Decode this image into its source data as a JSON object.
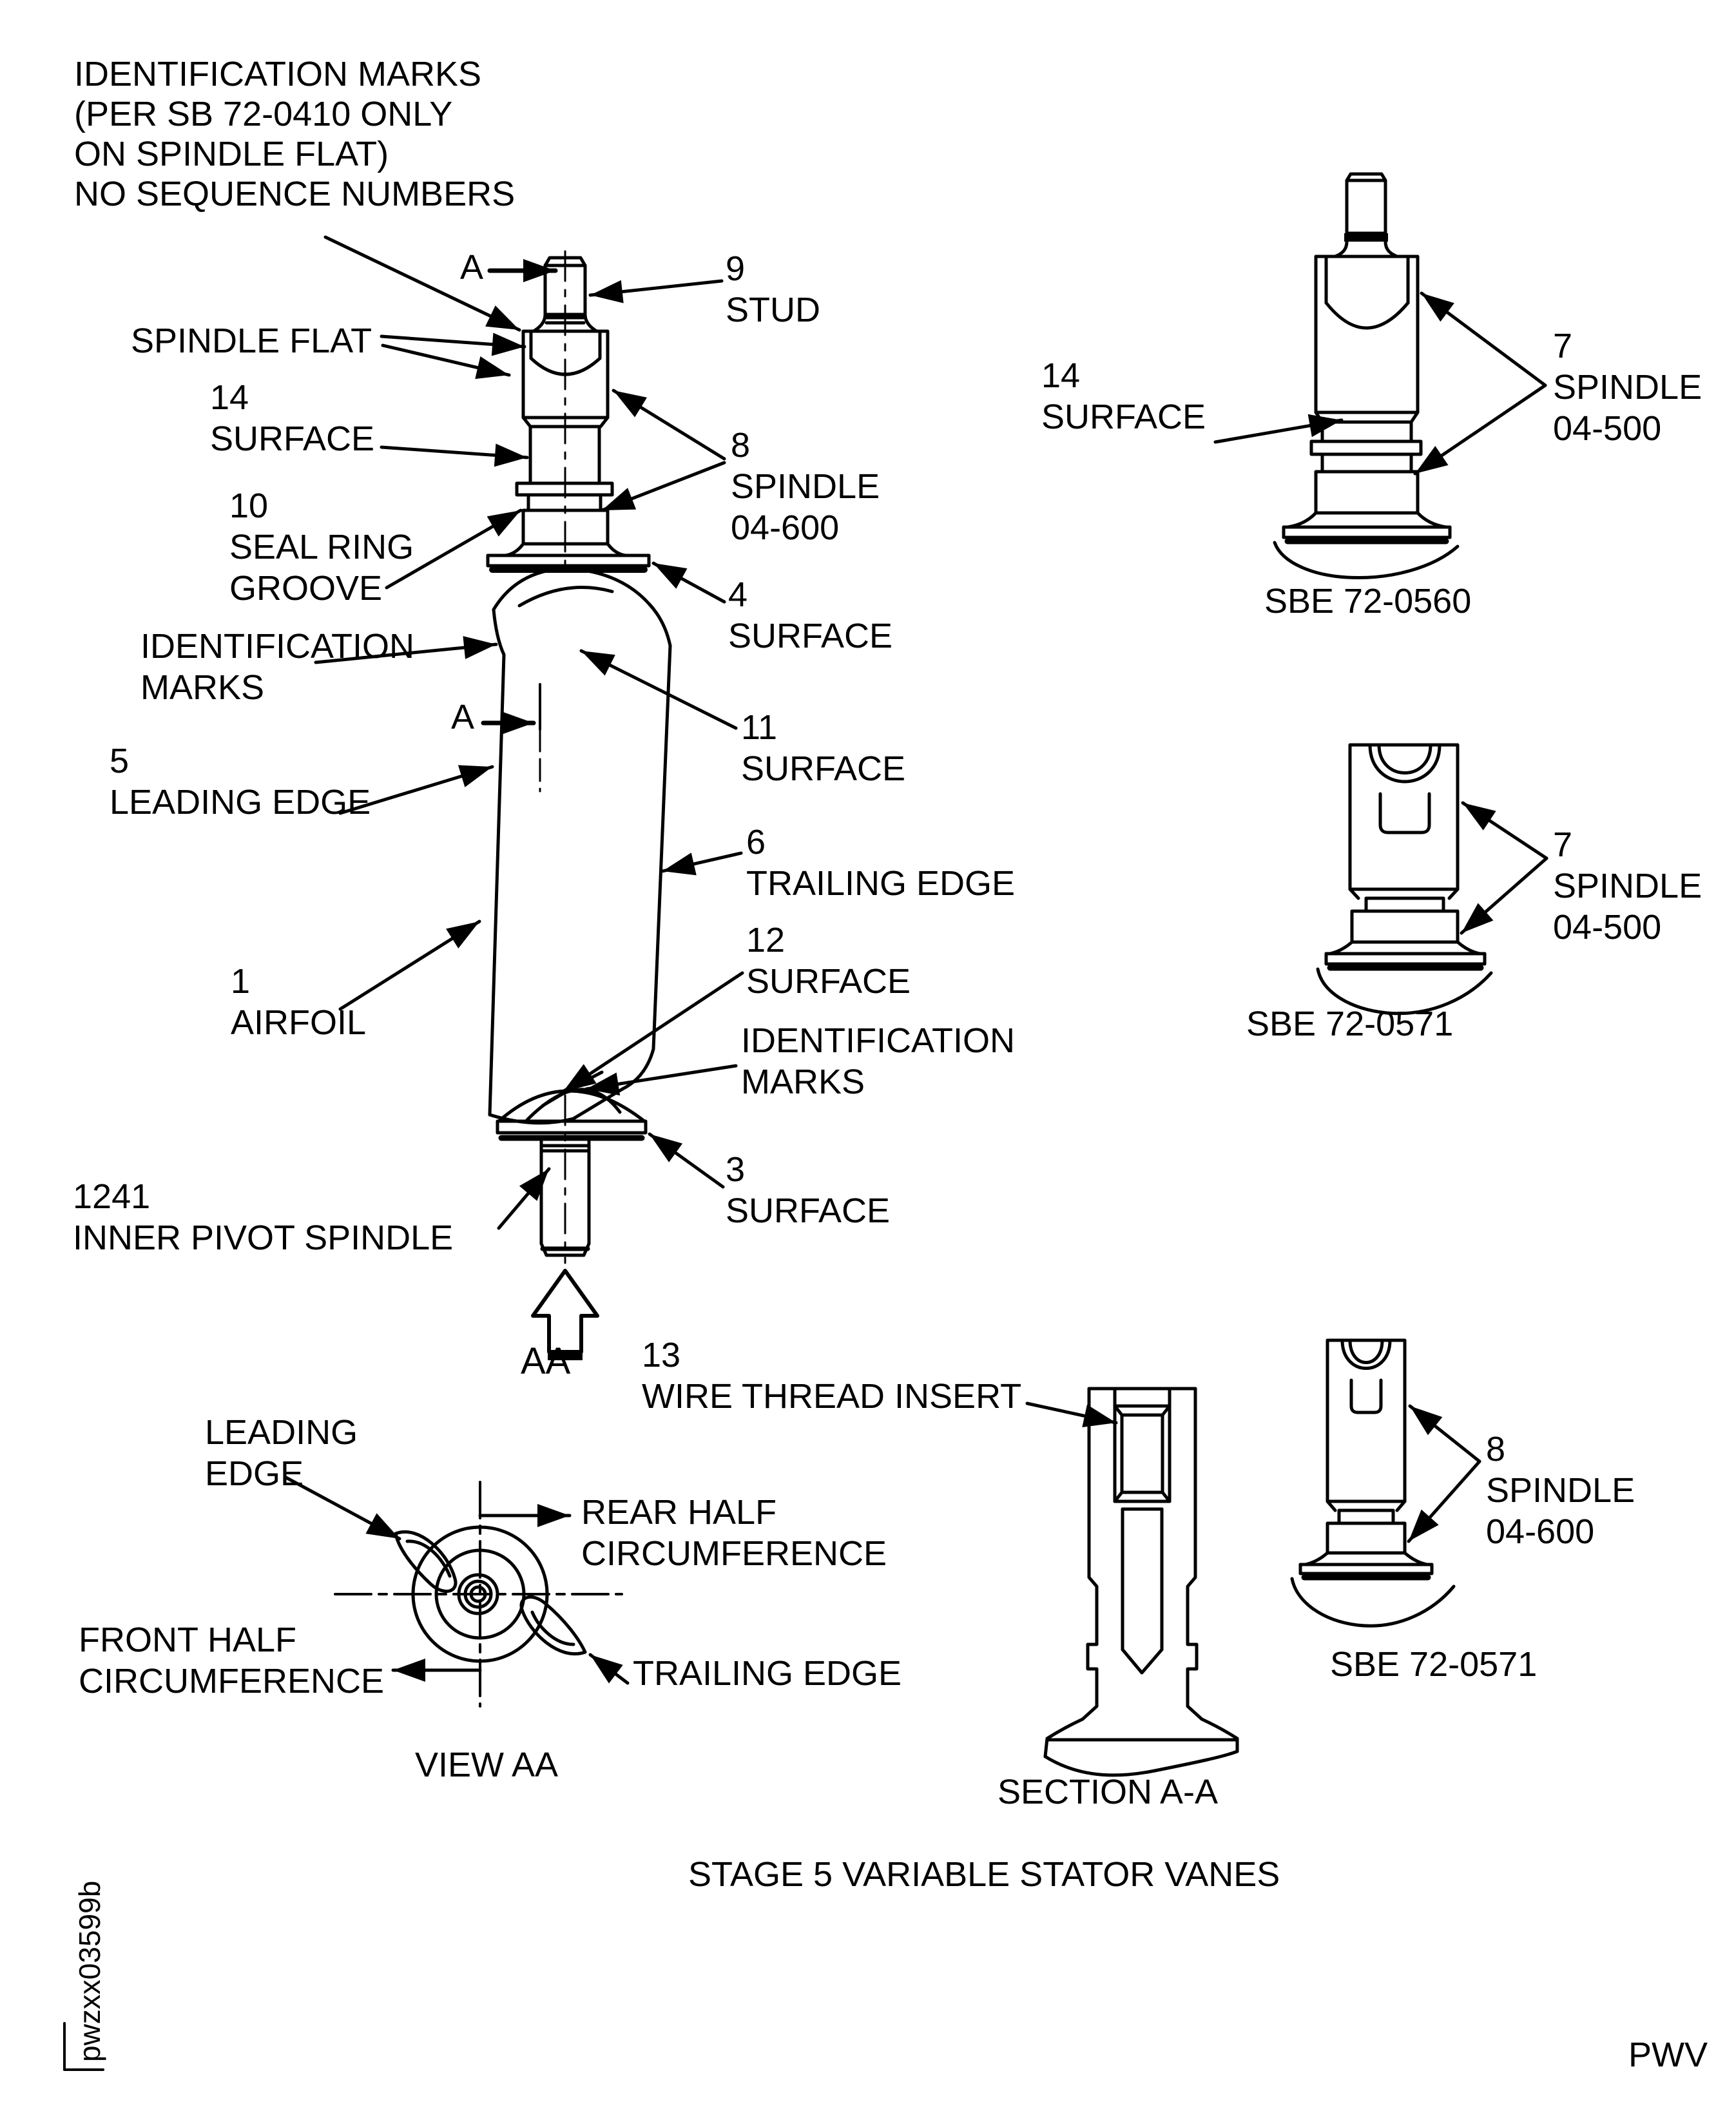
{
  "figure": {
    "title": "STAGE 5 VARIABLE STATOR VANES",
    "image_code": "pwzxx03599b",
    "footer_code": "PWV"
  },
  "colors": {
    "ink": "#000000",
    "paper": "#ffffff"
  },
  "callouts": {
    "id_note": {
      "lines": [
        "IDENTIFICATION MARKS",
        "(PER SB 72-0410 ONLY",
        "ON SPINDLE FLAT)",
        "NO SEQUENCE NUMBERS"
      ]
    },
    "section_letter_top": {
      "lines": [
        "A"
      ]
    },
    "section_letter_mid": {
      "lines": [
        "A"
      ]
    },
    "stud": {
      "lines": [
        "9",
        "STUD"
      ]
    },
    "spindle_flat": {
      "lines": [
        "SPINDLE FLAT"
      ]
    },
    "surface_14_left": {
      "lines": [
        "14",
        "SURFACE"
      ]
    },
    "seal_ring_groove": {
      "lines": [
        "10",
        "SEAL RING",
        "GROOVE"
      ]
    },
    "id_marks_upper": {
      "lines": [
        "IDENTIFICATION",
        "MARKS"
      ]
    },
    "spindle_04_600_main": {
      "lines": [
        "8",
        "SPINDLE",
        "04-600"
      ]
    },
    "surface_4": {
      "lines": [
        "4",
        "SURFACE"
      ]
    },
    "surface_11": {
      "lines": [
        "11",
        "SURFACE"
      ]
    },
    "leading_edge_main": {
      "lines": [
        "5",
        "LEADING EDGE"
      ]
    },
    "trailing_edge_main": {
      "lines": [
        "6",
        "TRAILING EDGE"
      ]
    },
    "airfoil": {
      "lines": [
        "1",
        "AIRFOIL"
      ]
    },
    "surface_12": {
      "lines": [
        "12",
        "SURFACE"
      ]
    },
    "id_marks_lower": {
      "lines": [
        "IDENTIFICATION",
        "MARKS"
      ]
    },
    "surface_3": {
      "lines": [
        "3",
        "SURFACE"
      ]
    },
    "inner_pivot_spindle": {
      "lines": [
        "1241",
        "INNER PIVOT SPINDLE"
      ]
    },
    "view_arrow_letters": {
      "lines": [
        "AA"
      ]
    },
    "wire_thread_insert": {
      "lines": [
        "13",
        "WIRE THREAD INSERT"
      ]
    },
    "leading_edge_view": {
      "lines": [
        "LEADING",
        "EDGE"
      ]
    },
    "rear_half": {
      "lines": [
        "REAR HALF",
        "CIRCUMFERENCE"
      ]
    },
    "front_half": {
      "lines": [
        "FRONT HALF",
        "CIRCUMFERENCE"
      ]
    },
    "trailing_edge_view": {
      "lines": [
        "TRAILING EDGE"
      ]
    },
    "view_aa_caption": {
      "lines": [
        "VIEW AA"
      ]
    },
    "section_aa_caption": {
      "lines": [
        "SECTION A-A"
      ]
    },
    "surface_14_right": {
      "lines": [
        "14",
        "SURFACE"
      ]
    },
    "spindle_04_500_top": {
      "lines": [
        "7",
        "SPINDLE",
        "04-500"
      ]
    },
    "sbe_72_0560": {
      "lines": [
        "SBE 72-0560"
      ]
    },
    "spindle_04_500_mid": {
      "lines": [
        "7",
        "SPINDLE",
        "04-500"
      ]
    },
    "sbe_72_0571_mid": {
      "lines": [
        "SBE 72-0571"
      ]
    },
    "spindle_04_600_right": {
      "lines": [
        "8",
        "SPINDLE",
        "04-600"
      ]
    },
    "sbe_72_0571_bottom": {
      "lines": [
        "SBE 72-0571"
      ]
    }
  }
}
